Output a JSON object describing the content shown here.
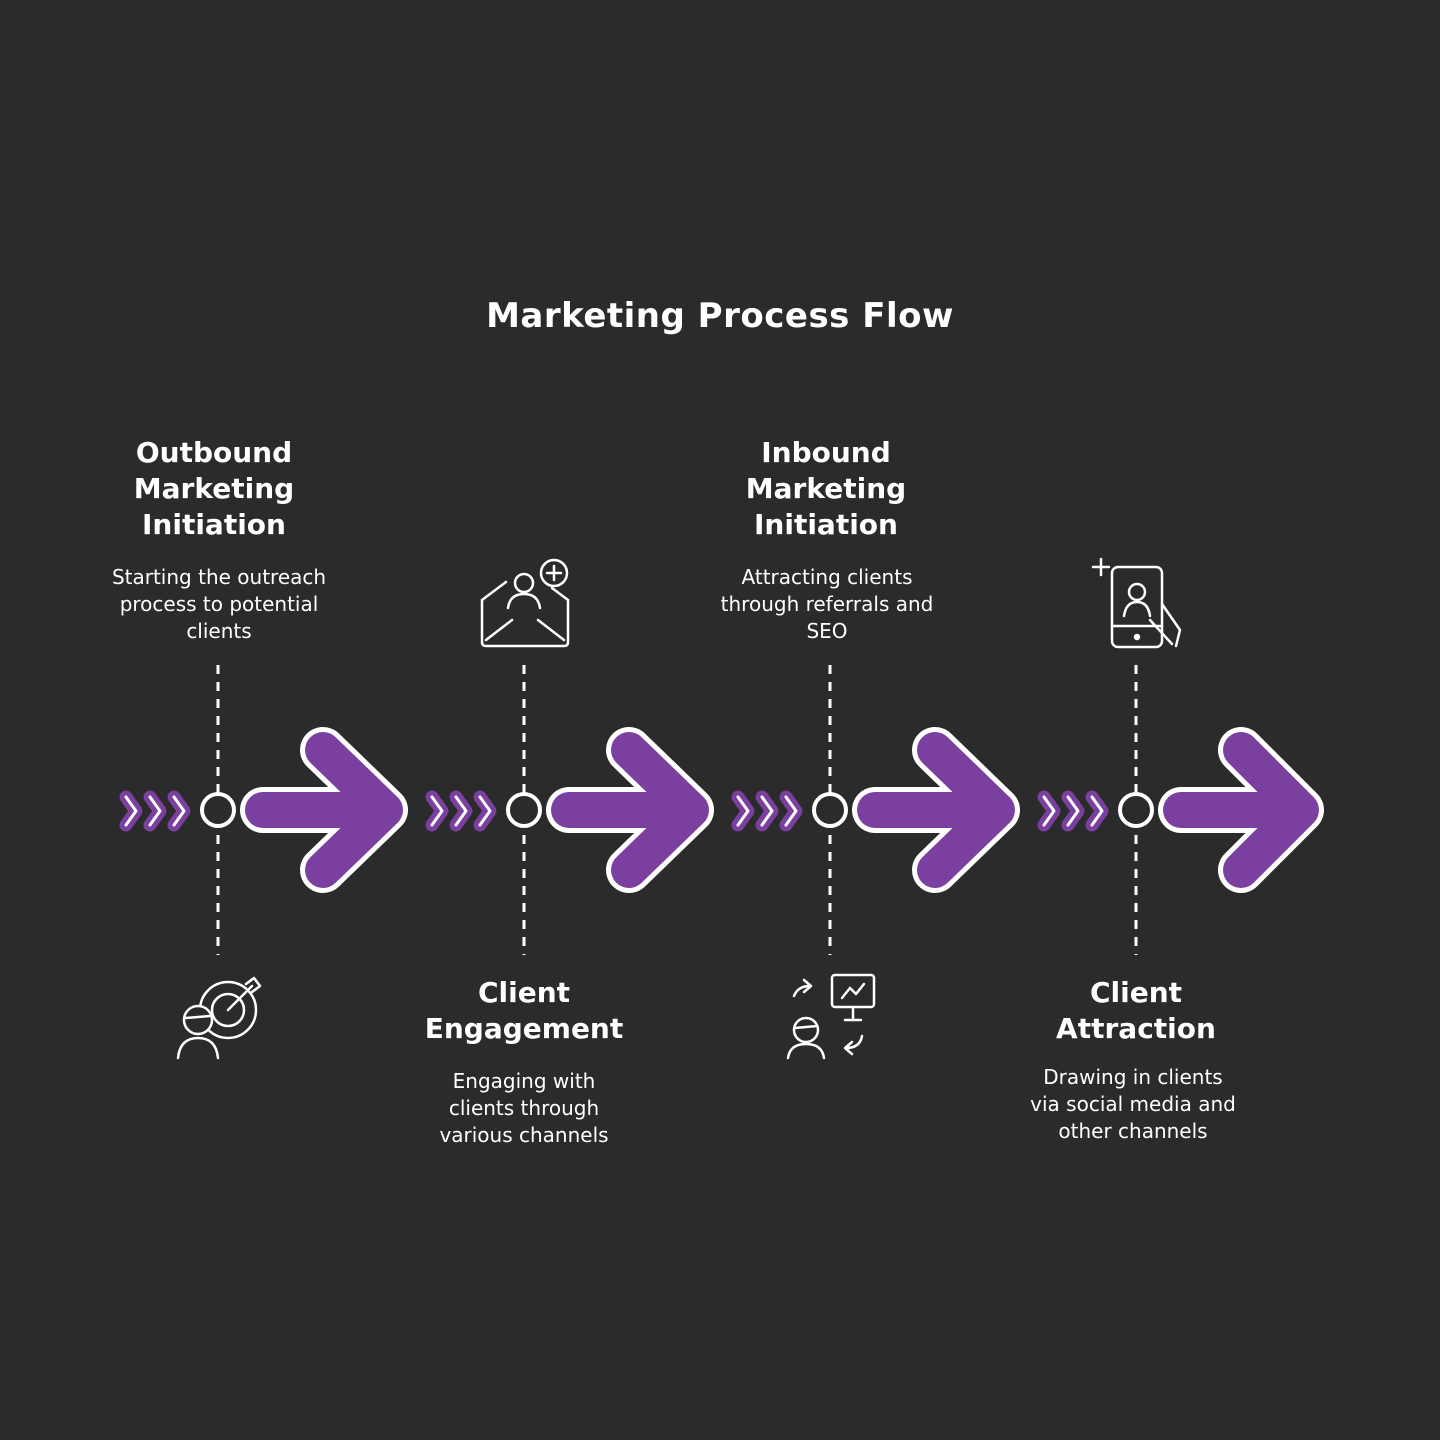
{
  "title": "Marketing Process Flow",
  "colors": {
    "background": "#2b2b2b",
    "accent": "#7b3fa0",
    "line": "#ffffff"
  },
  "steps": [
    {
      "heading": "Outbound Marketing Initiation",
      "description": "Starting the outreach process to potential clients",
      "icon": "target-person-icon"
    },
    {
      "heading": "Client Engagement",
      "description": "Engaging with clients through various channels",
      "icon": "email-add-person-icon"
    },
    {
      "heading": "Inbound Marketing Initiation",
      "description": "Attracting clients through referrals and SEO",
      "icon": "person-presentation-icon"
    },
    {
      "heading": "Client Attraction",
      "description": "Drawing in clients via social media and other channels",
      "icon": "mobile-profile-icon"
    }
  ]
}
